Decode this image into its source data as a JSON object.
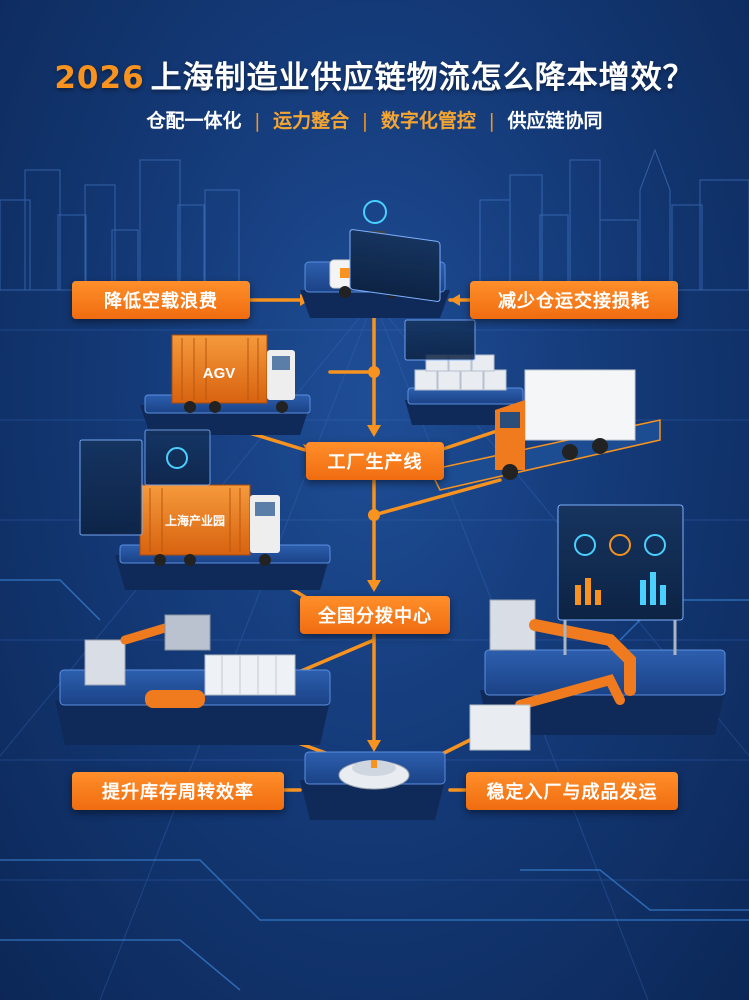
{
  "title": {
    "year": "2026",
    "text": "上海制造业供应链物流怎么降本增效？"
  },
  "subtitle": {
    "items": [
      "仓配一体化",
      "运力整合",
      "数字化管控",
      "供应链协同"
    ],
    "highlighted": [
      false,
      true,
      true,
      false
    ],
    "separator": "|"
  },
  "nodes": {
    "reduce_empty_load": "降低空载浪费",
    "reduce_handover_loss": "减少仓运交接损耗",
    "factory_line": "工厂生产线",
    "national_hub": "全国分拨中心",
    "inventory_turnover": "提升库存周转效率",
    "stable_inbound_outbound": "稳定入厂与成品发运"
  },
  "illustrations": {
    "truck_container_1": "AGV",
    "truck_container_2": "上海产业园"
  },
  "colors": {
    "accent": "#f7931e",
    "background": "#143a78",
    "label_bg": "#f47a1a",
    "line": "#f7931e"
  }
}
